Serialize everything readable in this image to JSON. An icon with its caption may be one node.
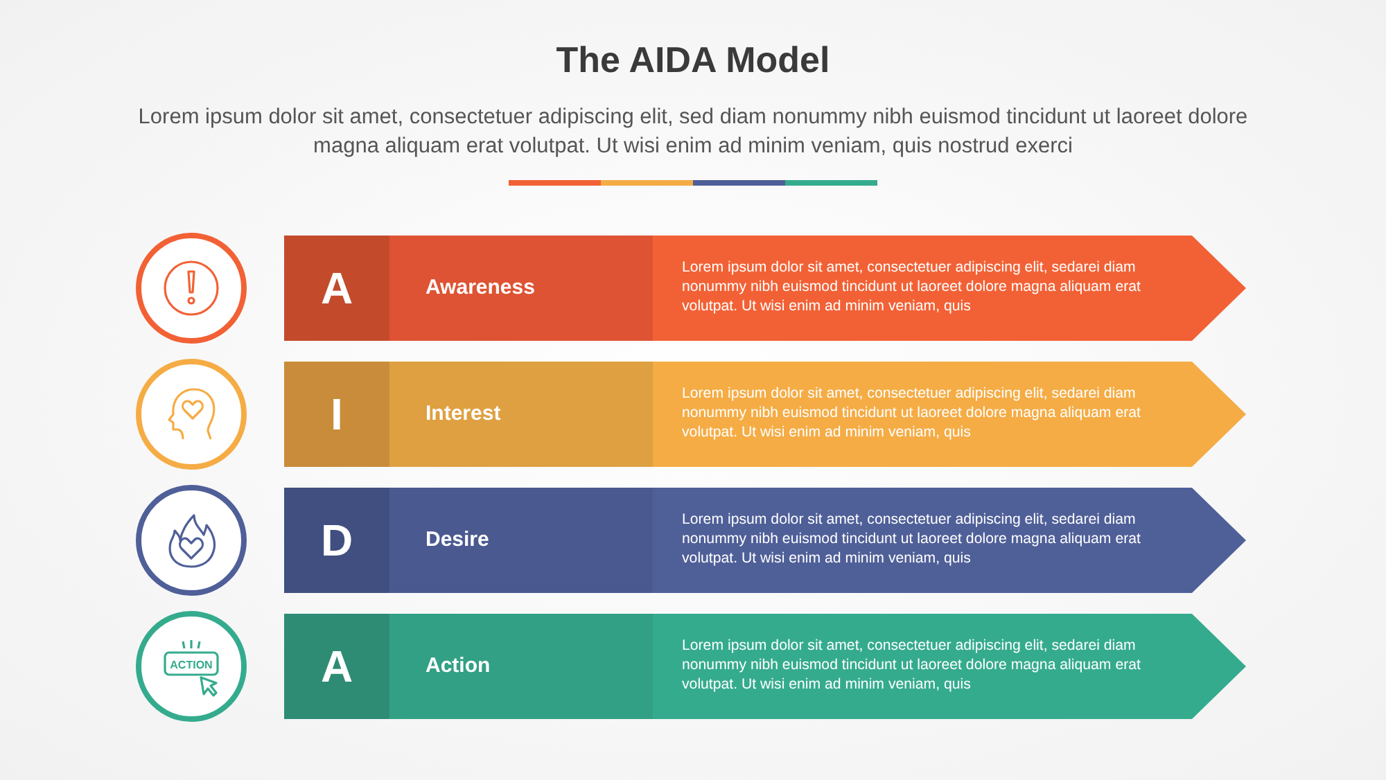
{
  "diagram": {
    "title": "The AIDA Model",
    "nodes": [
      {
        "text": [
          "A",
          "Awareness",
          "Lorem ipsum dolor sit amet, consectetuer adipiscing elit, sedarei diam nonummy nibh euismod tincidunt ut laoreet dolore magna aliquam erat volutpat. Ut wisi enim ad minim veniam, quis"
        ]
      },
      {
        "text": [
          "I",
          "Interest",
          "Lorem ipsum dolor sit amet, consectetuer adipiscing elit, sedarei diam nonummy nibh euismod tincidunt ut laoreet dolore magna aliquam erat volutpat. Ut wisi enim ad minim veniam, quis"
        ]
      },
      {
        "text": [
          "D",
          "Desire",
          "Lorem ipsum dolor sit amet, consectetuer adipiscing elit, sedarei diam nonummy nibh euismod tincidunt ut laoreet dolore magna aliquam erat volutpat. Ut wisi enim ad minim veniam, quis"
        ]
      },
      {
        "text": [
          "A",
          "Action",
          "Lorem ipsum dolor sit amet, consectetuer adipiscing elit, sedarei diam nonummy nibh euismod tincidunt ut laoreet dolore magna aliquam erat volutpat. Ut wisi enim ad minim veniam, quis"
        ]
      }
    ],
    "edges": [],
    "labels": [
      "Lorem ipsum dolor sit amet, consectetuer adipiscing elit, sed diam nonummy nibh euismod tincidunt ut laoreet dolore magna aliquam erat volutpat. Ut wisi enim ad minim veniam, quis nostrud exerci",
      "ACTION"
    ]
  }
}
